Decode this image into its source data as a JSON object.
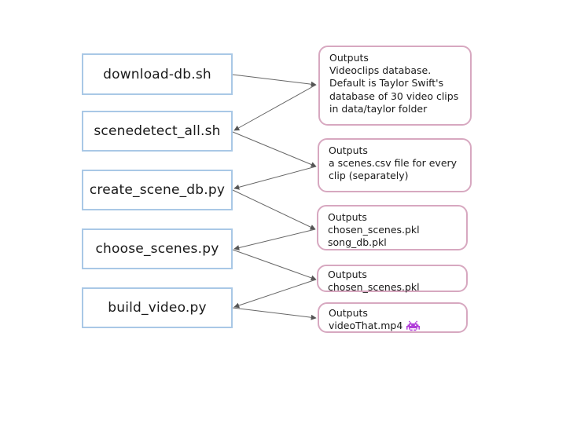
{
  "scripts": [
    {
      "label": "download-db.sh"
    },
    {
      "label": "scenedetect_all.sh"
    },
    {
      "label": "create_scene_db.py"
    },
    {
      "label": "choose_scenes.py"
    },
    {
      "label": "build_video.py"
    }
  ],
  "outputs": [
    {
      "lines": [
        "Outputs",
        "Videoclips database.",
        "Default is Taylor Swift's",
        "database of 30 video clips",
        "in data/taylor folder"
      ]
    },
    {
      "lines": [
        "Outputs",
        "a scenes.csv file for every",
        "clip (separately)"
      ]
    },
    {
      "lines": [
        "Outputs",
        "chosen_scenes.pkl",
        "song_db.pkl"
      ]
    },
    {
      "lines": [
        "Outputs",
        "chosen_scenes.pkl"
      ]
    },
    {
      "lines": [
        "Outputs",
        "videoThat.mp4"
      ]
    }
  ],
  "icons": {
    "output_emoji": "space-invader-icon"
  },
  "colors": {
    "script_border": "#a9c8e6",
    "output_border": "#d7a8c0",
    "arrow": "#555555",
    "emoji": "#b03ad8"
  }
}
